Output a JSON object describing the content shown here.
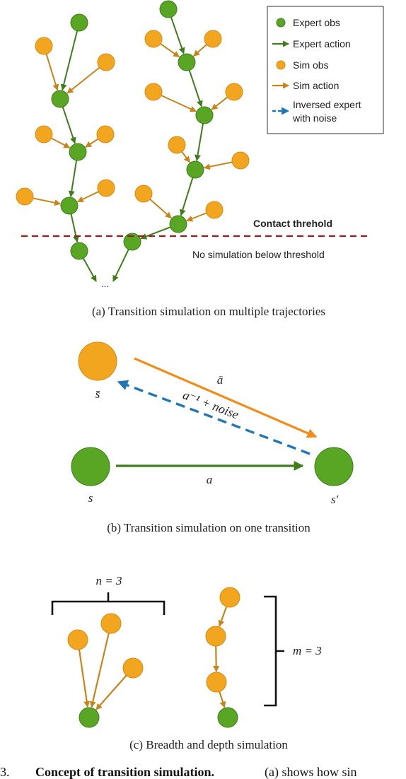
{
  "colors": {
    "expert_green": "#58a624",
    "expert_green_stroke": "#3f7d1a",
    "expert_arrow": "#3f7d1a",
    "sim_orange": "#f2a61f",
    "sim_orange_stroke": "#d98a12",
    "sim_arrow": "#c8841a",
    "inverse_blue": "#2176b8",
    "threshold_red": "#a01818",
    "text": "#222222"
  },
  "legend": {
    "expert_obs": "Expert obs",
    "expert_action": "Expert action",
    "sim_obs": "Sim obs",
    "sim_action": "Sim action",
    "inversed_line1": "Inversed expert",
    "inversed_line2": "with noise"
  },
  "panel_a": {
    "threshold_label": "Contact threhold",
    "below_label": "No simulation below threshold",
    "ellipsis": "...",
    "caption": "(a) Transition simulation on multiple trajectories"
  },
  "panel_b": {
    "s_bar": "s̄",
    "s": "s",
    "s_prime": "s′",
    "a_bar": "ā",
    "a": "a",
    "inverse_label": "a⁻¹ + noise",
    "caption": "(b) Transition simulation on one transition"
  },
  "panel_c": {
    "n_label": "n = 3",
    "m_label": "m = 3",
    "caption": "(c) Breadth and depth simulation"
  },
  "figure_caption": {
    "prefix": "3.",
    "bold": "Concept of transition simulation.",
    "rest": "(a) shows how sin"
  }
}
